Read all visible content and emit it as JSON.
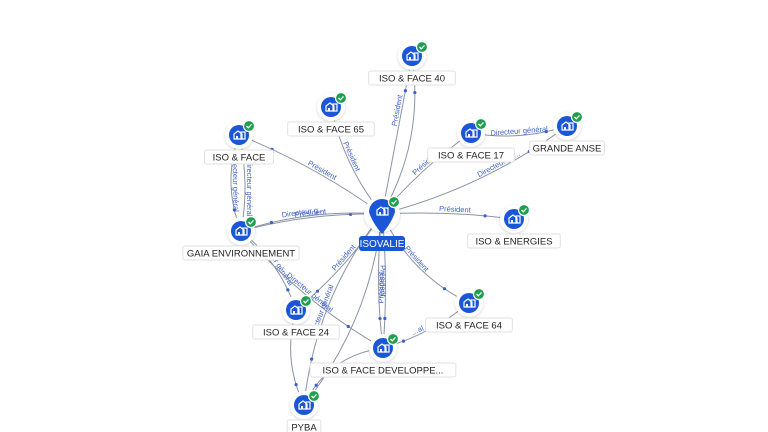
{
  "colors": {
    "node_fill": "#1a56d6",
    "edge": "#8a93a6",
    "edge_label": "#3d5fc9",
    "check": "#1e9e4f",
    "center_label_bg": "#1a56d6"
  },
  "icons": {
    "company": "building-icon",
    "verified": "check-badge-icon"
  },
  "nodes": [
    {
      "id": "isovalie",
      "label": "ISOVALIE",
      "center": true
    },
    {
      "id": "iso40",
      "label": "ISO & FACE 40"
    },
    {
      "id": "iso65",
      "label": "ISO & FACE 65"
    },
    {
      "id": "isoface",
      "label": "ISO & FACE"
    },
    {
      "id": "iso17",
      "label": "ISO & FACE 17"
    },
    {
      "id": "grandeanse",
      "label": "GRANDE ANSE"
    },
    {
      "id": "gaia",
      "label": "GAIA ENVIRONNEMENT"
    },
    {
      "id": "isoenergies",
      "label": "ISO & ENERGIES"
    },
    {
      "id": "iso24",
      "label": "ISO & FACE 24"
    },
    {
      "id": "iso64",
      "label": "ISO & FACE 64"
    },
    {
      "id": "isodev",
      "label": "ISO & FACE DEVELOPPE..."
    },
    {
      "id": "pyba",
      "label": "PYBA"
    }
  ],
  "edges": [
    {
      "from": "isovalie",
      "to": "iso40",
      "label": ""
    },
    {
      "from": "isovalie",
      "to": "iso40",
      "label": "Président"
    },
    {
      "from": "isovalie",
      "to": "iso65",
      "label": "Président"
    },
    {
      "from": "isovalie",
      "to": "isoface",
      "label": "Président"
    },
    {
      "from": "isovalie",
      "to": "iso17",
      "label": "Président"
    },
    {
      "from": "iso17",
      "to": "grandeanse",
      "label": "Directeur général"
    },
    {
      "from": "isovalie",
      "to": "grandeanse",
      "label": "Directeur gé..."
    },
    {
      "from": "isovalie",
      "to": "isoenergies",
      "label": "Président"
    },
    {
      "from": "gaia",
      "to": "isovalie",
      "label": "Président"
    },
    {
      "from": "isovalie",
      "to": "gaia",
      "label": "Directeur g..."
    },
    {
      "from": "isoface",
      "to": "gaia",
      "label": "Directeur général"
    },
    {
      "from": "gaia",
      "to": "isoface",
      "label": "Directeur général"
    },
    {
      "from": "gaia",
      "to": "iso24",
      "label": "...ur général"
    },
    {
      "from": "gaia",
      "to": "isodev",
      "label": "Directeur général"
    },
    {
      "from": "isovalie",
      "to": "iso24",
      "label": "Président"
    },
    {
      "from": "isovalie",
      "to": "iso64",
      "label": "Président"
    },
    {
      "from": "isovalie",
      "to": "isodev",
      "label": "Président"
    },
    {
      "from": "isovalie",
      "to": "isodev",
      "label": "Président"
    },
    {
      "from": "isovalie",
      "to": "pyba",
      "label": "Directeur général"
    },
    {
      "from": "iso64",
      "to": "isodev",
      "label": "...al"
    },
    {
      "from": "iso24",
      "to": "pyba",
      "label": ""
    },
    {
      "from": "isodev",
      "to": "pyba",
      "label": ""
    },
    {
      "from": "isovalie",
      "to": "pyba",
      "label": ""
    }
  ]
}
